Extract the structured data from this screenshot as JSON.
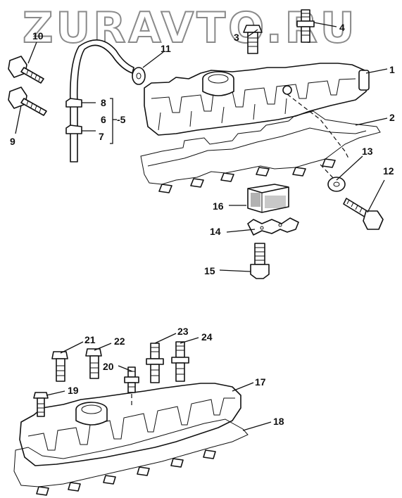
{
  "watermark": "ZURAVTO.RU",
  "callouts": {
    "p1": "1",
    "p2": "2",
    "p3": "3",
    "p4": "4",
    "p5": "5",
    "p6": "6",
    "p7": "7",
    "p8": "8",
    "p9": "9",
    "p10": "10",
    "p11": "11",
    "p12": "12",
    "p13": "13",
    "p14": "14",
    "p15": "15",
    "p16": "16",
    "p17": "17",
    "p18": "18",
    "p19": "19",
    "p20": "20",
    "p21": "21",
    "p22": "22",
    "p23": "23",
    "p24": "24"
  },
  "bracket_prefix": "-"
}
